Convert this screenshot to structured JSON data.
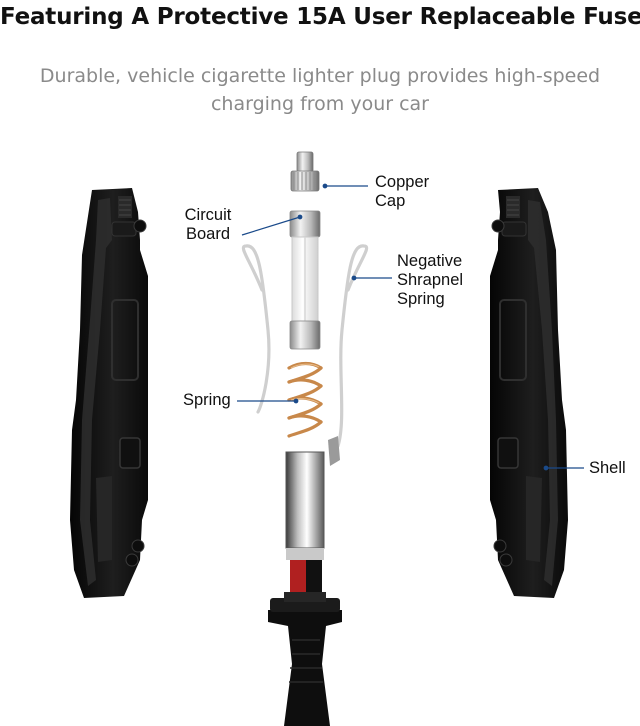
{
  "heading": {
    "title": "Featuring A Protective 15A User Replaceable Fuse",
    "subtitle_line1": "Durable, vehicle cigarette lighter plug provides high-speed",
    "subtitle_line2": "charging from your car"
  },
  "labels": {
    "copper_cap": [
      "Copper",
      "Cap"
    ],
    "circuit_board": [
      "Circuit",
      "Board"
    ],
    "negative_spring": [
      "Negative",
      "Shrapnel",
      "Spring"
    ],
    "spring": "Spring",
    "shell": "Shell"
  },
  "colors": {
    "shell": "#141414",
    "copper": "#c8884a",
    "leader": "#1a4a8a",
    "wire_red": "#b02020"
  }
}
